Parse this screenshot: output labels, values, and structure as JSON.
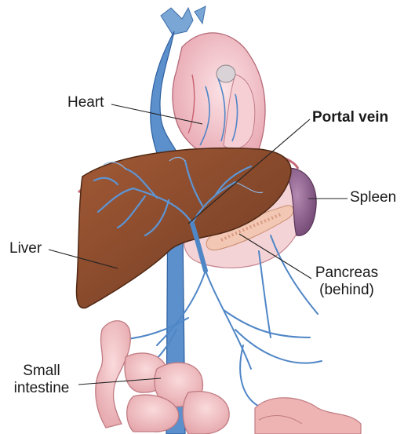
{
  "labels": {
    "heart": "Heart",
    "portal_vein": "Portal vein",
    "spleen": "Spleen",
    "liver": "Liver",
    "pancreas_line1": "Pancreas",
    "pancreas_line2": "(behind)",
    "small_intestine_line1": "Small",
    "small_intestine_line2": "intestine"
  },
  "colors": {
    "vein_blue": "#4f86c6",
    "vein_dark": "#2e5f9e",
    "liver_brown": "#8b4a2b",
    "heart_pink": "#f2c6cc",
    "spleen_purple": "#8a5a86",
    "intestine_pink": "#efb6b8",
    "pancreas_peach": "#f1c9b9"
  }
}
